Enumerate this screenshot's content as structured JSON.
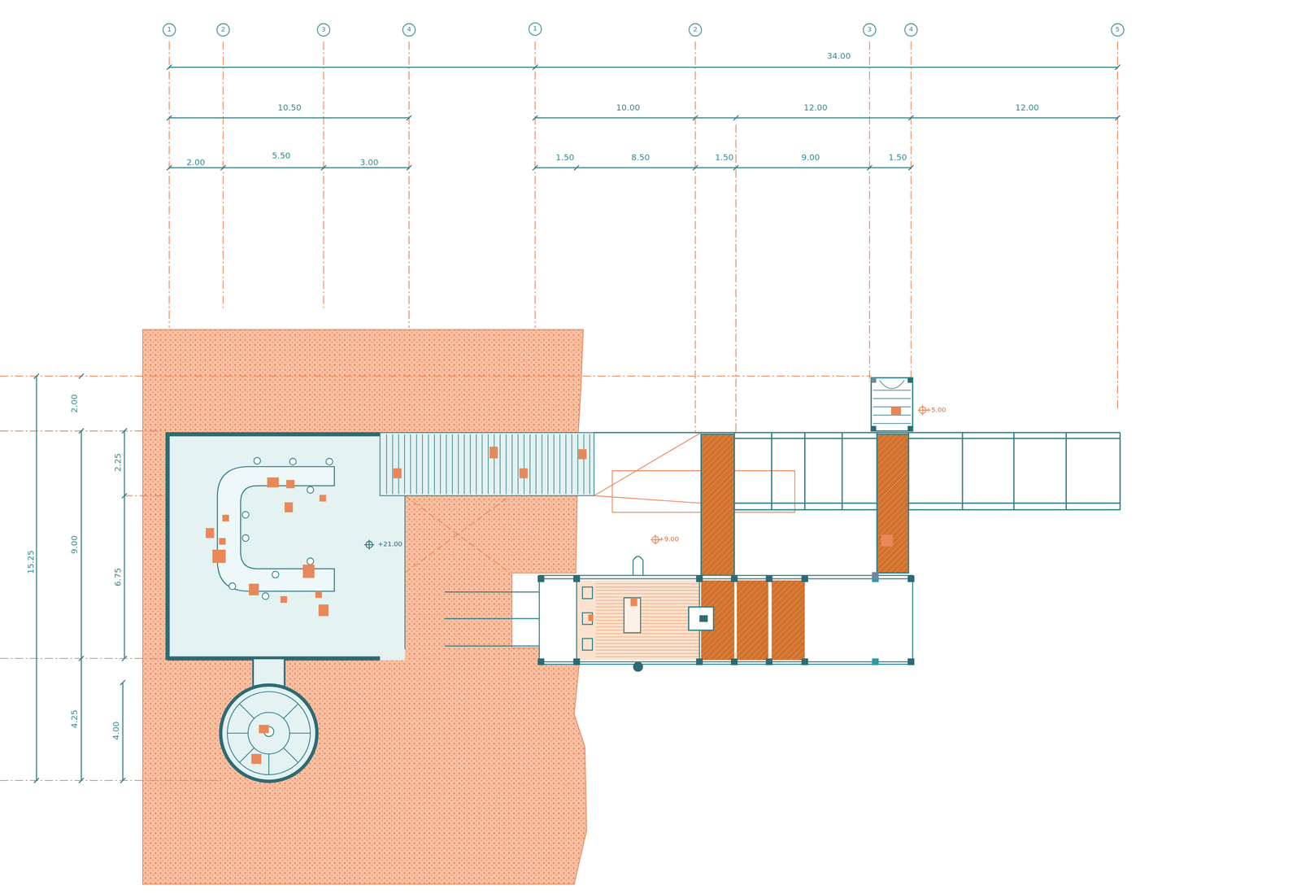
{
  "diagram": {
    "nodes": [
      {
        "text": [
          "1"
        ]
      },
      {
        "text": [
          "2"
        ]
      },
      {
        "text": [
          "3"
        ]
      },
      {
        "text": [
          "4"
        ]
      },
      {
        "text": [
          "1"
        ]
      },
      {
        "text": [
          "2"
        ]
      },
      {
        "text": [
          "3"
        ]
      },
      {
        "text": [
          "4"
        ]
      },
      {
        "text": [
          "5"
        ]
      }
    ],
    "edges": [],
    "labels": [
      "34.00",
      "10.50",
      "10.00",
      "12.00",
      "12.00",
      "2.00",
      "5.50",
      "3.00",
      "1.50",
      "8.50",
      "1.50",
      "9.00",
      "1.50",
      "15.25",
      "2.00",
      "9.00",
      "4.25",
      "2.25",
      "6.75",
      "4.00",
      "+21.00",
      "+9.00",
      "+5.00"
    ]
  }
}
